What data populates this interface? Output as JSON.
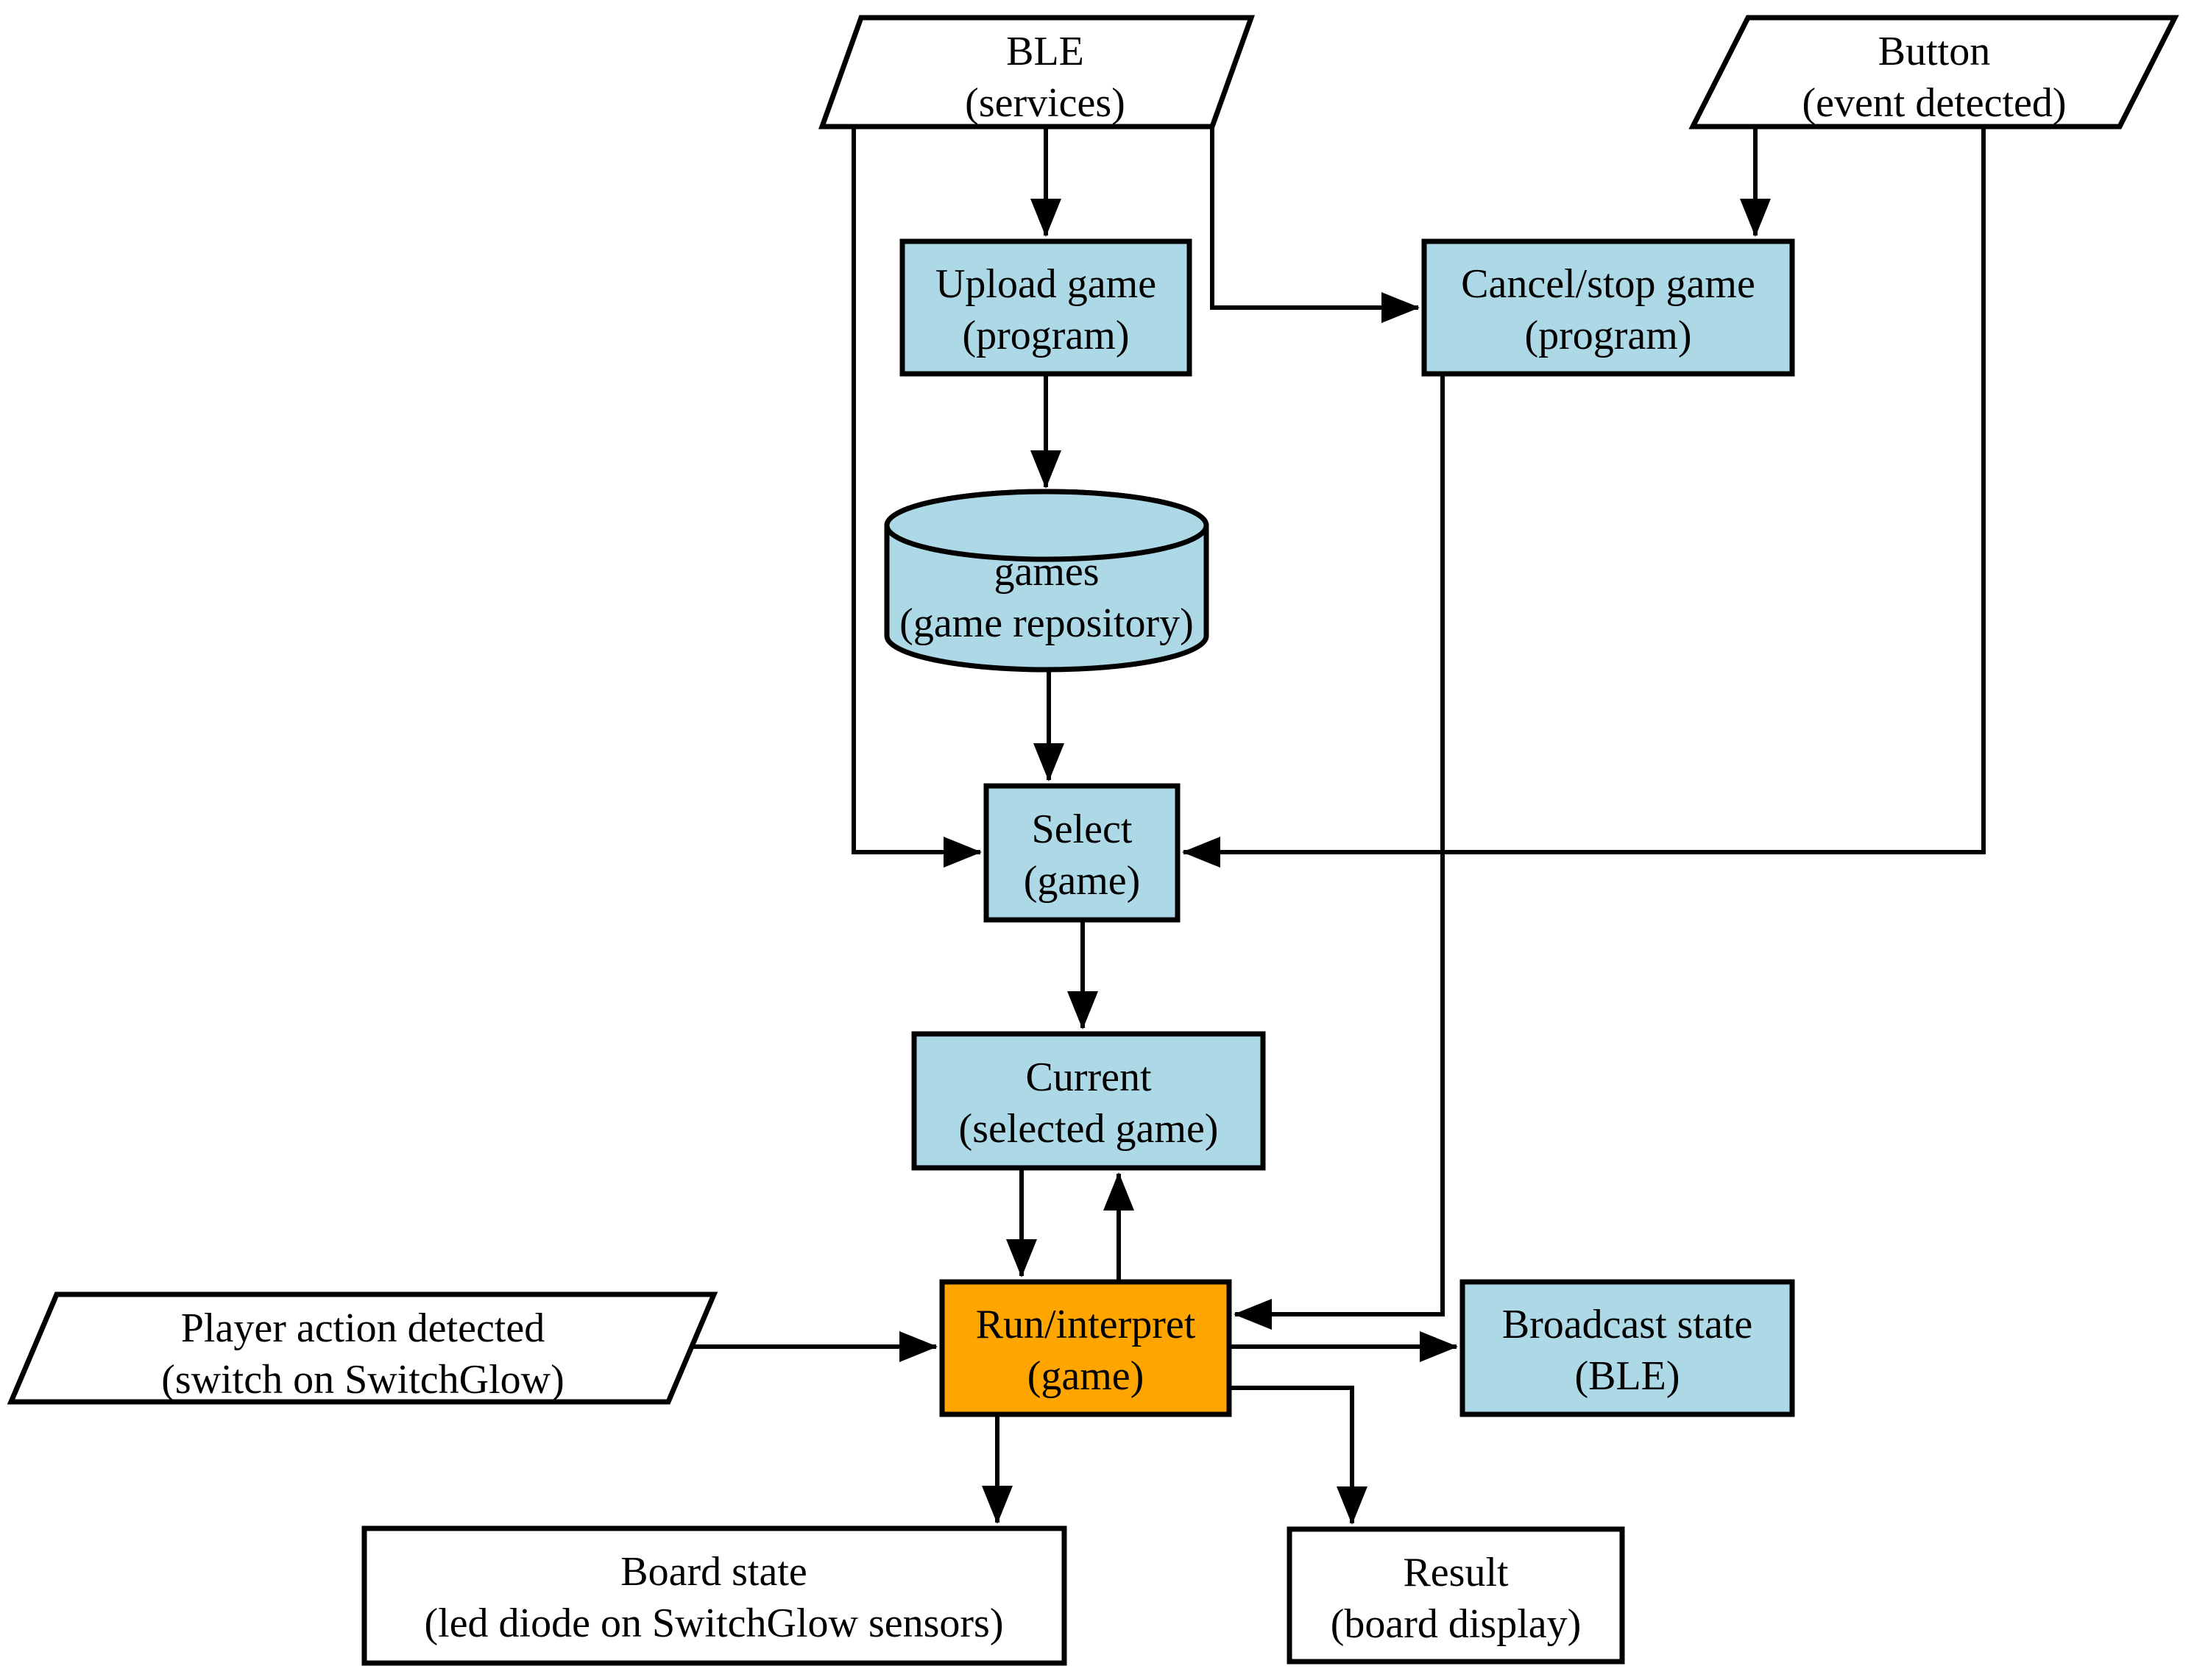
{
  "diagram": {
    "background": "#ffffff",
    "stroke_color": "#000000",
    "text_color": "#000000",
    "colors": {
      "process_fill": "#add8e6",
      "highlight_fill": "#ffa500",
      "io_fill": "#ffffff"
    },
    "nodes": {
      "ble": {
        "line1": "BLE",
        "line2": "(services)",
        "shape": "parallelogram"
      },
      "button": {
        "line1": "Button",
        "line2": "(event detected)",
        "shape": "parallelogram"
      },
      "upload": {
        "line1": "Upload game",
        "line2": "(program)",
        "shape": "rect"
      },
      "cancel": {
        "line1": "Cancel/stop game",
        "line2": "(program)",
        "shape": "rect"
      },
      "games": {
        "line1": "games",
        "line2": "(game repository)",
        "shape": "cylinder"
      },
      "select": {
        "line1": "Select",
        "line2": "(game)",
        "shape": "rect"
      },
      "current": {
        "line1": "Current",
        "line2": "(selected game)",
        "shape": "rect"
      },
      "run": {
        "line1": "Run/interpret",
        "line2": "(game)",
        "shape": "rect"
      },
      "broadcast": {
        "line1": "Broadcast state",
        "line2": "(BLE)",
        "shape": "rect"
      },
      "player": {
        "line1": "Player action detected",
        "line2": "(switch on SwitchGlow)",
        "shape": "parallelogram"
      },
      "board": {
        "line1": "Board state",
        "line2": "(led diode on SwitchGlow sensors)",
        "shape": "rect"
      },
      "result": {
        "line1": "Result",
        "line2": "(board display)",
        "shape": "rect"
      }
    },
    "edges": [
      {
        "from": "ble",
        "to": "upload"
      },
      {
        "from": "ble",
        "to": "select"
      },
      {
        "from": "ble",
        "to": "cancel"
      },
      {
        "from": "button",
        "to": "cancel"
      },
      {
        "from": "button",
        "to": "select"
      },
      {
        "from": "upload",
        "to": "games"
      },
      {
        "from": "games",
        "to": "select"
      },
      {
        "from": "select",
        "to": "current"
      },
      {
        "from": "current",
        "to": "run"
      },
      {
        "from": "run",
        "to": "current"
      },
      {
        "from": "cancel",
        "to": "run"
      },
      {
        "from": "player",
        "to": "run"
      },
      {
        "from": "run",
        "to": "broadcast"
      },
      {
        "from": "run",
        "to": "board"
      },
      {
        "from": "run",
        "to": "result"
      }
    ]
  }
}
